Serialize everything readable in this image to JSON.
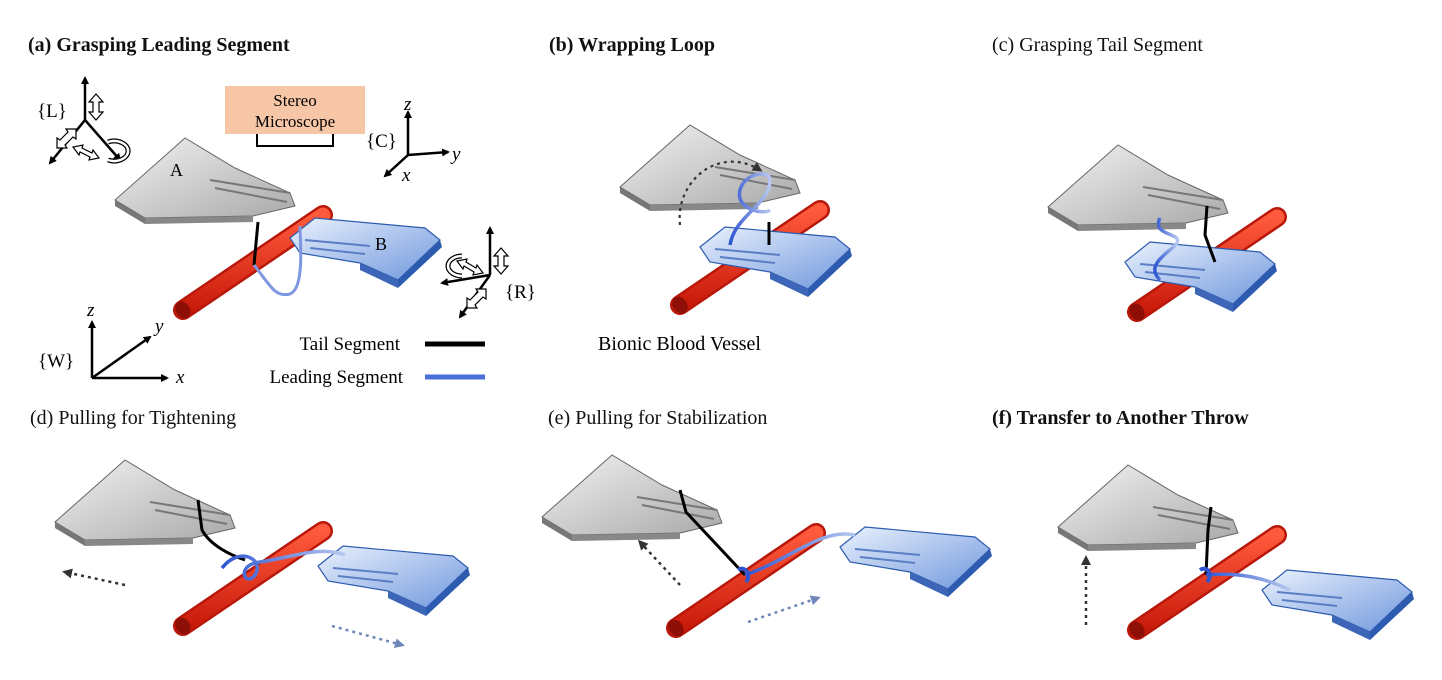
{
  "panels": [
    {
      "title": "(a) Grasping Leading Segment",
      "bold": true
    },
    {
      "title": "(b) Wrapping Loop",
      "bold": true
    },
    {
      "title": "(c) Grasping Tail Segment",
      "bold": false
    },
    {
      "title": "(d) Pulling for Tightening",
      "bold": false
    },
    {
      "title": "(e) Pulling for Stabilization",
      "bold": false
    },
    {
      "title": "(f) Transfer to Another Throw",
      "bold": true
    }
  ],
  "microscope": {
    "line1": "Stereo",
    "line2": "Microscope",
    "fill": "#f7c6a6"
  },
  "instruments": {
    "left": "A",
    "right": "B"
  },
  "frames": {
    "left": "{L}",
    "camera": "{C}",
    "right": "{R}",
    "world": "{W}",
    "axis_x": "x",
    "axis_y": "y",
    "axis_z": "z"
  },
  "legend": {
    "tail": "Tail Segment",
    "leading": "Leading Segment",
    "tail_color": "#000000",
    "leading_color": "#4a6fd8"
  },
  "annotations": {
    "vessel": "Bionic Blood Vessel"
  },
  "colors": {
    "vessel": "#e02a14",
    "left_tool": "#bdbdbd",
    "right_tool": "#7ea6e8",
    "suture": "#2f55d0"
  }
}
